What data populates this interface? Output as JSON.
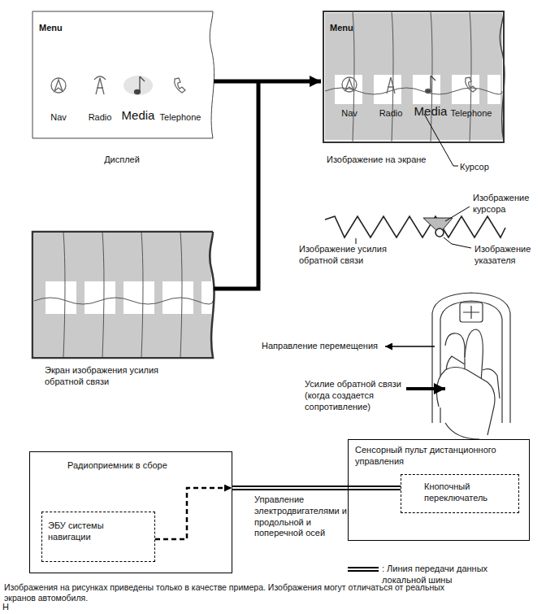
{
  "diagram": {
    "nodes": [
      {
        "text": [
          "Menu",
          "Nav",
          "Radio",
          "Media",
          "Telephone",
          "Дисплей"
        ]
      },
      {
        "text": [
          "Menu",
          "Nav",
          "Radio",
          "Media",
          "Telephone",
          "Изображение на экране"
        ]
      },
      {
        "text": [
          "Экран изображения усилия обратной связи"
        ]
      },
      {
        "text": [
          "Радиоприемник в сборе"
        ]
      },
      {
        "text": [
          "ЭБУ системы навигации"
        ],
        "in": 3
      },
      {
        "text": [
          "Сенсорный пульт дистанционного управления"
        ]
      },
      {
        "text": [
          "Кнопочный переключатель"
        ],
        "in": 5
      }
    ],
    "edges": [
      {
        "from": 0,
        "to": 1,
        "arrow": "to"
      },
      {
        "from": 2,
        "to": 1,
        "arrow": "to"
      },
      {
        "from": 4,
        "to": 3,
        "arrow": "to"
      },
      {
        "from": 3,
        "to": 6,
        "label": "Управление электродвигателями и продольной и поперечной осей",
        "arrow": "none"
      }
    ],
    "labels": [
      "Курсор",
      "Изображение курсора",
      "Изображение усилия обратной связи",
      "Изображение указателя",
      "Направление перемещения",
      "Усилие обратной связи (когда создается сопротивление)",
      "Изображения на рисунках приведены только в качестве примера. Изображения могут отличаться от реальных экранов автомобиля.",
      "H"
    ],
    "legend": [
      {
        "text": ": Линия передачи данных локальной шины"
      }
    ]
  }
}
